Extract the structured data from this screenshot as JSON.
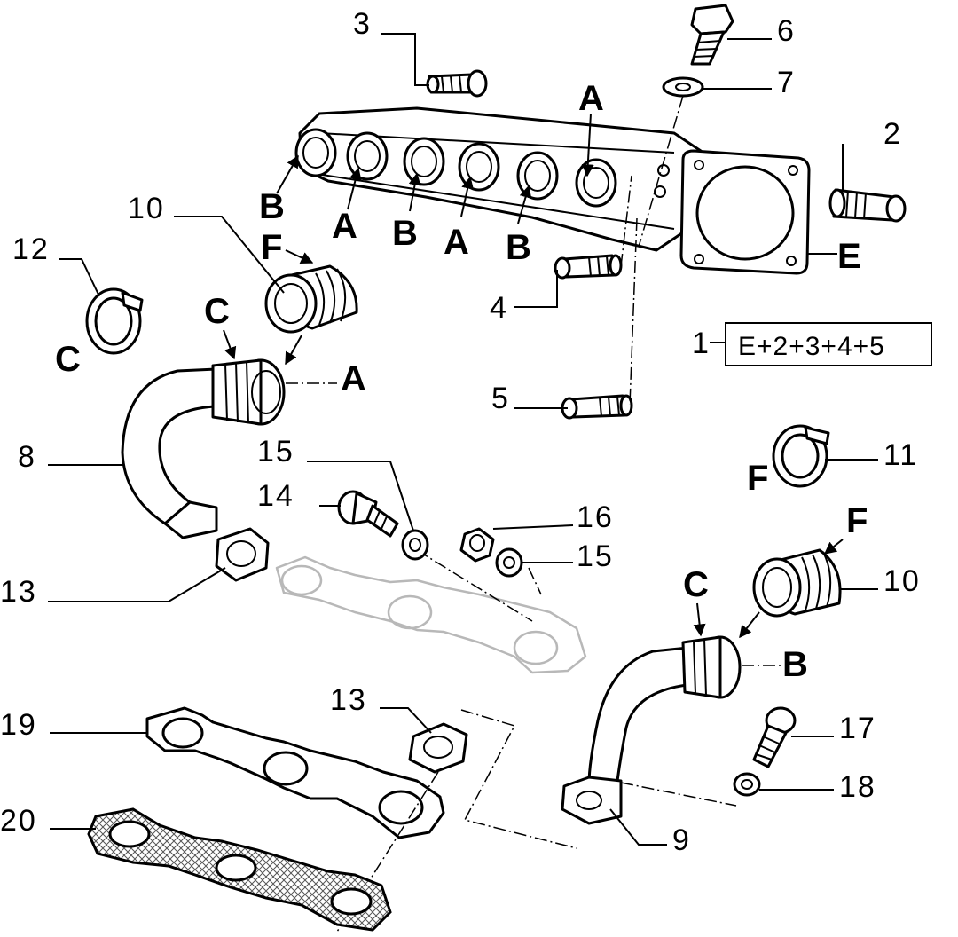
{
  "numbers": {
    "n1": "1",
    "n2": "2",
    "n3a": "3",
    "n4": "4",
    "n5": "5",
    "n6": "6",
    "n7": "7",
    "n8": "8",
    "n9": "9",
    "n10a": "10",
    "n10b": "10",
    "n11": "11",
    "n12": "12",
    "n13a": "13",
    "n13b": "13",
    "n14": "14",
    "n15a": "15",
    "n15b": "15",
    "n16": "16",
    "n17": "17",
    "n18": "18",
    "n19": "19",
    "n20": "20"
  },
  "letters": {
    "manifold_b1": "B",
    "manifold_a1": "A",
    "manifold_b2": "B",
    "manifold_a2": "A",
    "manifold_b3": "B",
    "manifold_a_top": "A",
    "flange_e": "E",
    "sleeve_f_left": "F",
    "clamp_c_left": "C",
    "pipe_c_left": "C",
    "pipe_a_left": "A",
    "clamp_f_right": "F",
    "sleeve_f_right": "F",
    "pipe_c_right": "C",
    "pipe_b_right": "B"
  },
  "kit_formula": "E+2+3+4+5"
}
